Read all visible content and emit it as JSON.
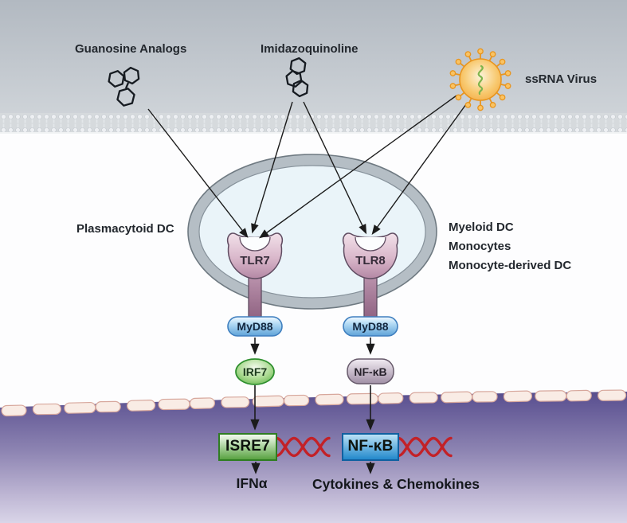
{
  "ligands": {
    "guanosine": "Guanosine Analogs",
    "imidazoquinoline": "Imidazoquinoline",
    "ssrna_virus": "ssRNA Virus"
  },
  "cell_labels": {
    "left": "Plasmacytoid DC",
    "right_line1": "Myeloid DC",
    "right_line2": "Monocytes",
    "right_line3": "Monocyte-derived DC"
  },
  "receptors": {
    "tlr7": "TLR7",
    "tlr8": "TLR8"
  },
  "adapters": {
    "myd88": "MyD88"
  },
  "transcription_factors": {
    "irf7": "IRF7",
    "nfkb": "NF-κB"
  },
  "nucleus": {
    "isre7_site": "ISRE7",
    "nfkb_site": "NF-κB",
    "output_left": "IFNα",
    "output_right": "Cytokines & Chemokines"
  },
  "colors": {
    "extracellular_gray": "#c6ccd2",
    "cytoplasm_white": "#fdfdfe",
    "nucleus_purple_top": "#5c5290",
    "nucleus_purple_bottom": "#d9d5e8",
    "receptor_pink": "#bb8fab",
    "myd88_blue": "#5fa3d8",
    "irf7_green": "#5cb648",
    "nfkb_node_purple": "#a08fa5",
    "isre7_box_green": "#55a03c",
    "nfkb_box_blue": "#1e86ca",
    "dna_red": "#c32127",
    "virus_orange": "#f2a136"
  }
}
